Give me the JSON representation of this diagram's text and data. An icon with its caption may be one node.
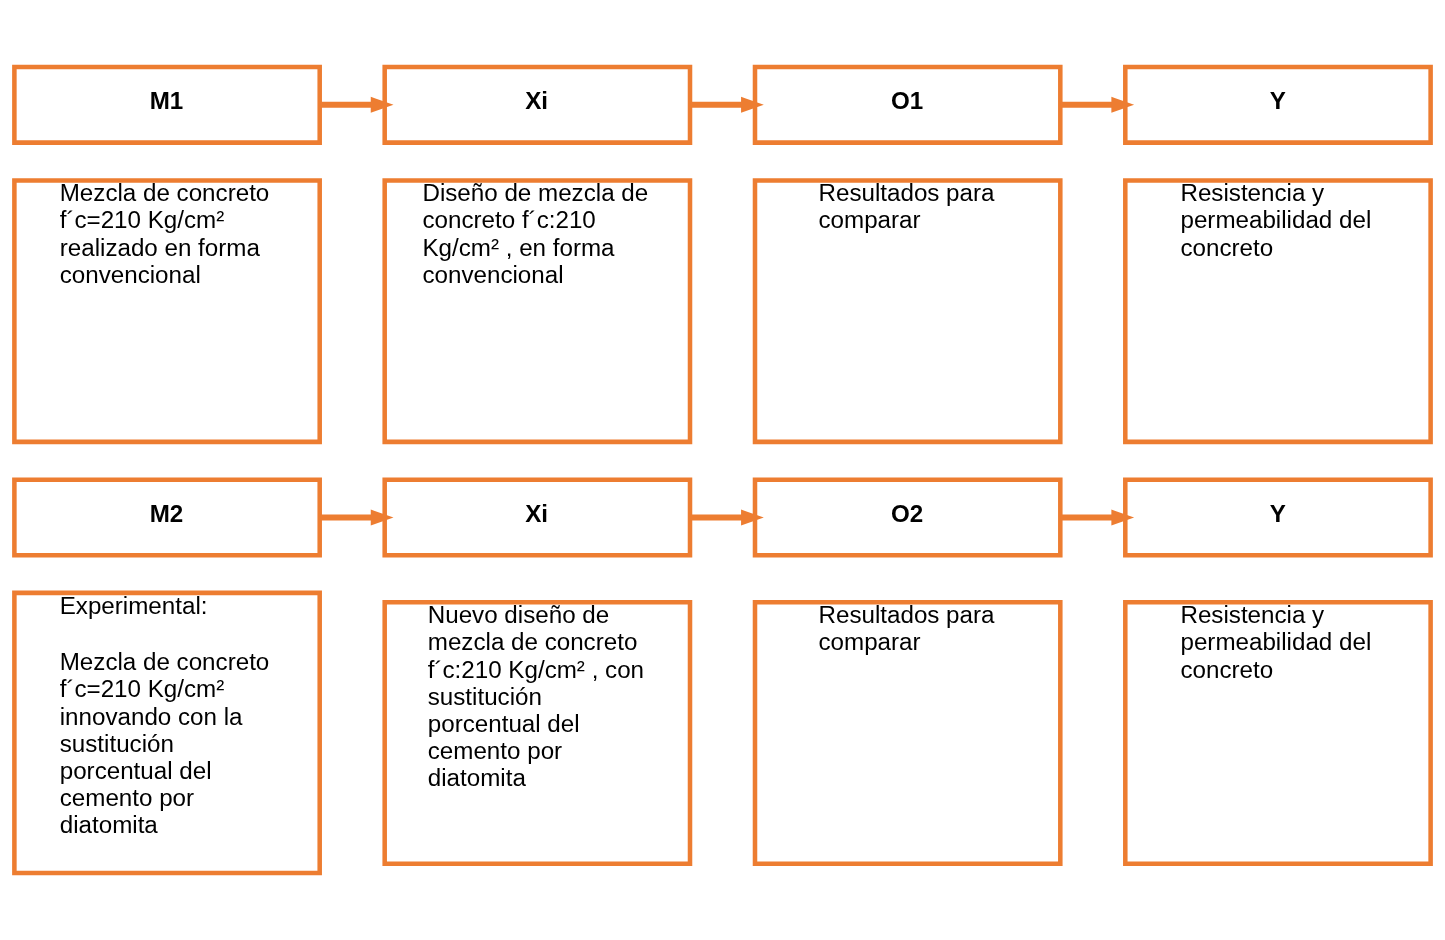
{
  "diagram": {
    "nodes": [
      {
        "text": [
          "M1"
        ]
      },
      {
        "text": [
          "Xi"
        ]
      },
      {
        "text": [
          "O1"
        ]
      },
      {
        "text": [
          "Y"
        ]
      },
      {
        "text": [
          "Mezcla de concreto f´c=210 Kg/cm² realizado en forma convencional"
        ]
      },
      {
        "text": [
          "Diseño de mezcla de concreto f´c:210 Kg/cm² , en forma convencional"
        ]
      },
      {
        "text": [
          "Resultados para comparar"
        ]
      },
      {
        "text": [
          "Resistencia y permeabilidad del concreto"
        ]
      },
      {
        "text": [
          "M2"
        ]
      },
      {
        "text": [
          "Xi"
        ]
      },
      {
        "text": [
          "O2"
        ]
      },
      {
        "text": [
          "Y"
        ]
      },
      {
        "text": [
          "Experimental:",
          "Mezcla de concreto f´c=210 Kg/cm² innovando con la sustitución porcentual del cemento por diatomita"
        ]
      },
      {
        "text": [
          "Nuevo diseño de mezcla de concreto f´c:210 Kg/cm² , con sustitución porcentual del cemento por diatomita"
        ]
      },
      {
        "text": [
          "Resultados para comparar"
        ]
      },
      {
        "text": [
          "Resistencia y permeabilidad del concreto"
        ]
      }
    ],
    "edges": [
      {
        "from": 0,
        "to": 1,
        "arrow": "to"
      },
      {
        "from": 1,
        "to": 2,
        "arrow": "to"
      },
      {
        "from": 2,
        "to": 3,
        "arrow": "to"
      },
      {
        "from": 8,
        "to": 9,
        "arrow": "to"
      },
      {
        "from": 9,
        "to": 10,
        "arrow": "to"
      },
      {
        "from": 10,
        "to": 11,
        "arrow": "to"
      }
    ]
  }
}
